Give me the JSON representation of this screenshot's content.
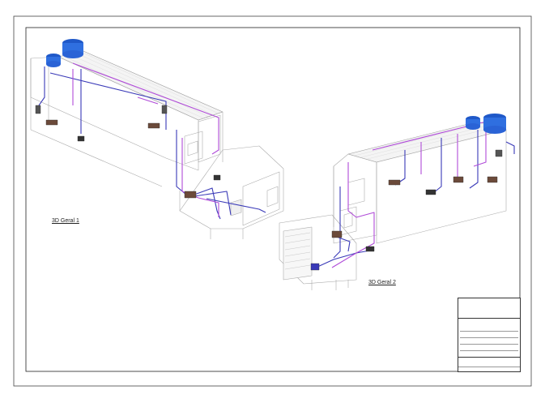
{
  "views": [
    {
      "label": "3D Geral 1"
    },
    {
      "label": "3D Geral 2"
    }
  ],
  "colors": {
    "pipe_cold": "#3a3ab8",
    "pipe_hot": "#b04cd8",
    "tank": "#2f6fe0",
    "structure": "#9a9a9a",
    "fixture": "#6b4a3a"
  },
  "title_block": {
    "rows": 5
  }
}
